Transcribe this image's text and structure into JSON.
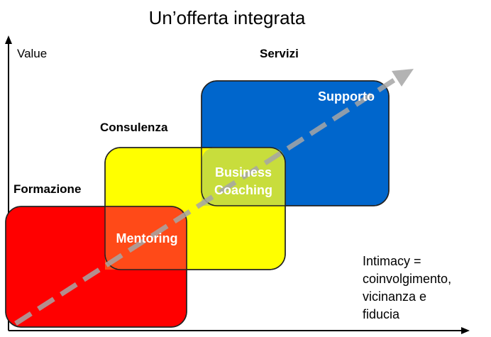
{
  "title": "Un’offerta integrata",
  "axis": {
    "y_label": "Value"
  },
  "categories": {
    "formazione": "Formazione",
    "consulenza": "Consulenza",
    "servizi": "Servizi"
  },
  "overlaps": {
    "mentoring": "Mentoring",
    "business_coaching_line1": "Business",
    "business_coaching_line2": "Coaching",
    "supporto": "Supporto"
  },
  "x_axis_note": {
    "line1": "Intimacy =",
    "line2": "coinvolgimento,",
    "line3": "vicinanza e",
    "line4": "fiducia"
  },
  "colors": {
    "formazione": "#ff0000",
    "consulenza": "#ffff00",
    "servizi": "#0066cc",
    "mentoring": "#ff4a18",
    "business_coaching": "#c8dd3c",
    "arrow": "#a6a6a6"
  }
}
